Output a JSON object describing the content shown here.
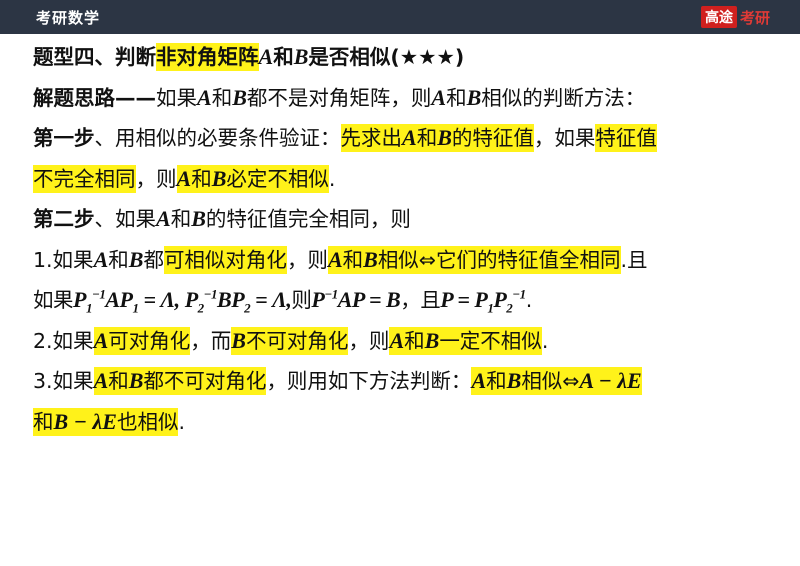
{
  "header": {
    "course_title": "考研数学",
    "brand_box": "高途",
    "brand_text": "考研"
  },
  "page": {
    "l1": {
      "a": "题型四、判断",
      "b": "非对角矩阵",
      "c": "A",
      "d": "和",
      "e": "B",
      "f": "是否相似(★★★)"
    },
    "l2": {
      "a": "解题思路——",
      "b": "如果",
      "c": "A",
      "d": "和",
      "e": "B",
      "f": "都不是对角矩阵，则",
      "g": "A",
      "h": "和",
      "i": "B",
      "j": "相似的判断方法："
    },
    "l3": {
      "a": "第一步",
      "b": "、用相似的必要条件验证：",
      "c": "先求出",
      "d": "A",
      "e": "和",
      "f": "B",
      "g": "的特征值",
      "h": "，如果",
      "i": "特征值"
    },
    "l4": {
      "a": "不完全相同",
      "b": "，则",
      "c": "A",
      "d": "和",
      "e": "B",
      "f": "必定不相似",
      "g": "."
    },
    "l5": {
      "a": "第二步",
      "b": "、如果",
      "c": "A",
      "d": "和",
      "e": "B",
      "f": "的特征值完全相同，则"
    },
    "l6": {
      "a": "1.如果",
      "b": "A",
      "c": "和",
      "d": "B",
      "e": "都",
      "f": "可相似对角化",
      "g": "，则",
      "h": "A",
      "i": "和",
      "j": "B",
      "k": "相似⇔它们的特征值全相同",
      "l": ".且"
    },
    "l7": {
      "a": "如果",
      "p1": "P",
      "s1": "1",
      "e1": "−1",
      "ap": "AP",
      "s2": "1",
      "eq1": " = Λ, ",
      "p2": "P",
      "s3": "2",
      "e2": "−1",
      "bp": "BP",
      "s4": "2",
      "eq2": " = Λ,",
      "z": "则",
      "p3": "P",
      "e3": "−1",
      "apb": "AP = B",
      "q": "，且",
      "p4": "P = P",
      "s5": "1",
      "p5": "P",
      "s6": "2",
      "e4": "−1",
      "dot": "."
    },
    "l8": {
      "a": "2.如果",
      "b": "A",
      "c": "可对角化",
      "d": "，而",
      "e": "B",
      "f": "不可对角化",
      "g": "，则",
      "h": "A",
      "i": "和",
      "j": "B",
      "k": "一定不相似",
      "l": "."
    },
    "l9": {
      "a": "3.如果",
      "b": "A",
      "c": "和",
      "d": "B",
      "e": "都不可对角化",
      "f": "，则用如下方法判断：",
      "g": "A",
      "h": "和",
      "i": "B",
      "j": "相似⇔",
      "k": "A − λE"
    },
    "l10": {
      "a": "和",
      "b": "B − λE",
      "c": "也相似",
      "d": "."
    }
  }
}
